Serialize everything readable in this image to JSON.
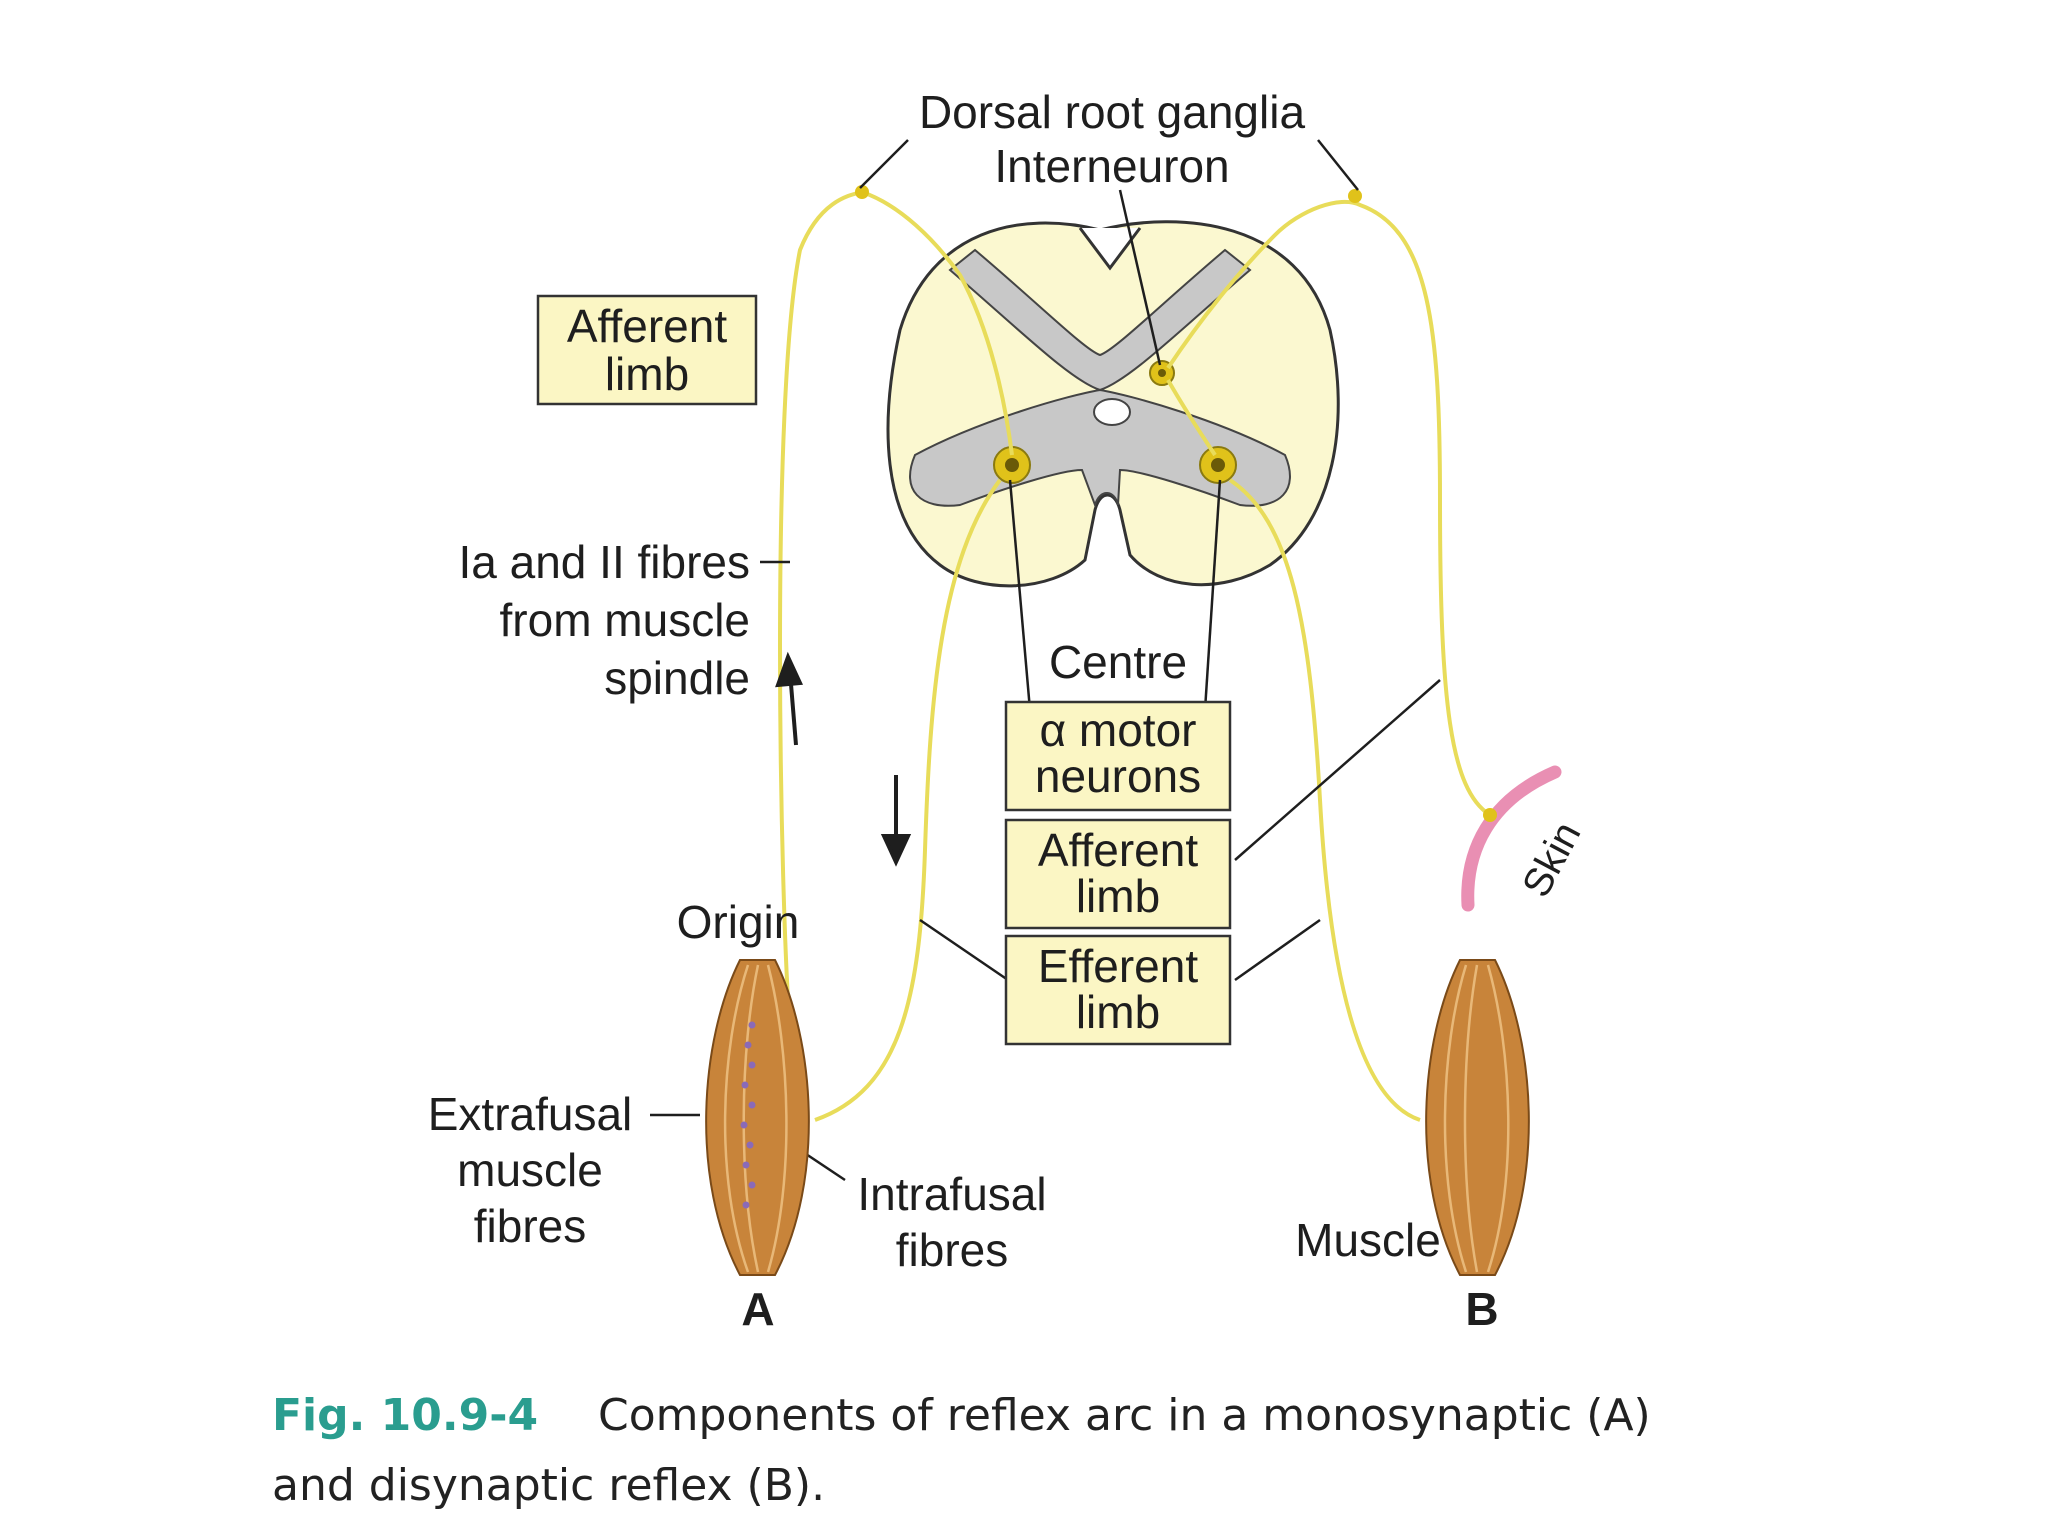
{
  "labels": {
    "dorsal_root_ganglia": "Dorsal root ganglia",
    "interneuron": "Interneuron",
    "afferent_limb_box": [
      "Afferent",
      "limb"
    ],
    "ia_fibres": [
      "Ia and II fibres",
      "from muscle",
      "spindle"
    ],
    "centre": "Centre",
    "alpha_motor_neurons_box": [
      "α motor",
      "neurons"
    ],
    "afferent_limb_center_box": [
      "Afferent",
      "limb"
    ],
    "efferent_limb_box": [
      "Efferent",
      "limb"
    ],
    "origin": "Origin",
    "extrafusal": [
      "Extrafusal",
      "muscle",
      "fibres"
    ],
    "intrafusal": [
      "Intrafusal",
      "fibres"
    ],
    "muscle": "Muscle",
    "skin": "Skin",
    "panel_a": "A",
    "panel_b": "B"
  },
  "caption": {
    "figure_number": "Fig. 10.9-4",
    "line1": "Components of reflex arc in a monosynaptic (A)",
    "line2": "and disynaptic reflex (B)."
  },
  "colors": {
    "nerve": "#e8dc5a",
    "cord_white_matter": "#fbf8d0",
    "cord_grey_matter": "#c8c8c8",
    "box_fill": "#fbf6c4",
    "muscle": "#c8843a",
    "skin": "#e98fb3",
    "caption_accent": "#2a9d8f"
  }
}
